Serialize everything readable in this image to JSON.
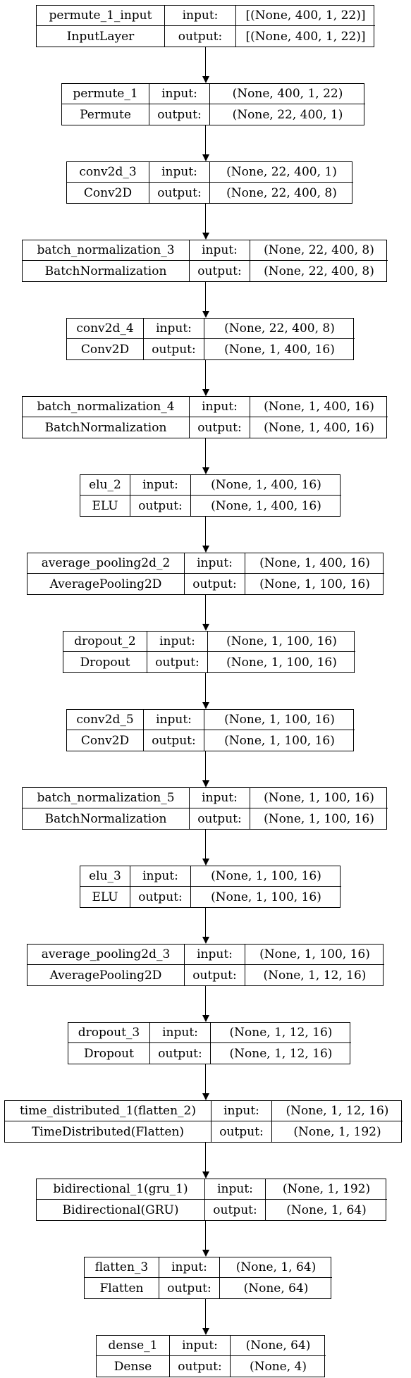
{
  "labels": {
    "input": "input:",
    "output": "output:"
  },
  "layers": [
    {
      "name": "permute_1_input",
      "type": "InputLayer",
      "input": "[(None, 400, 1, 22)]",
      "output": "[(None, 400, 1, 22)]"
    },
    {
      "name": "permute_1",
      "type": "Permute",
      "input": "(None, 400, 1, 22)",
      "output": "(None, 22, 400, 1)"
    },
    {
      "name": "conv2d_3",
      "type": "Conv2D",
      "input": "(None, 22, 400, 1)",
      "output": "(None, 22, 400, 8)"
    },
    {
      "name": "batch_normalization_3",
      "type": "BatchNormalization",
      "input": "(None, 22, 400, 8)",
      "output": "(None, 22, 400, 8)"
    },
    {
      "name": "conv2d_4",
      "type": "Conv2D",
      "input": "(None, 22, 400, 8)",
      "output": "(None, 1, 400, 16)"
    },
    {
      "name": "batch_normalization_4",
      "type": "BatchNormalization",
      "input": "(None, 1, 400, 16)",
      "output": "(None, 1, 400, 16)"
    },
    {
      "name": "elu_2",
      "type": "ELU",
      "input": "(None, 1, 400, 16)",
      "output": "(None, 1, 400, 16)"
    },
    {
      "name": "average_pooling2d_2",
      "type": "AveragePooling2D",
      "input": "(None, 1, 400, 16)",
      "output": "(None, 1, 100, 16)"
    },
    {
      "name": "dropout_2",
      "type": "Dropout",
      "input": "(None, 1, 100, 16)",
      "output": "(None, 1, 100, 16)"
    },
    {
      "name": "conv2d_5",
      "type": "Conv2D",
      "input": "(None, 1, 100, 16)",
      "output": "(None, 1, 100, 16)"
    },
    {
      "name": "batch_normalization_5",
      "type": "BatchNormalization",
      "input": "(None, 1, 100, 16)",
      "output": "(None, 1, 100, 16)"
    },
    {
      "name": "elu_3",
      "type": "ELU",
      "input": "(None, 1, 100, 16)",
      "output": "(None, 1, 100, 16)"
    },
    {
      "name": "average_pooling2d_3",
      "type": "AveragePooling2D",
      "input": "(None, 1, 100, 16)",
      "output": "(None, 1, 12, 16)"
    },
    {
      "name": "dropout_3",
      "type": "Dropout",
      "input": "(None, 1, 12, 16)",
      "output": "(None, 1, 12, 16)"
    },
    {
      "name": "time_distributed_1(flatten_2)",
      "type": "TimeDistributed(Flatten)",
      "input": "(None, 1, 12, 16)",
      "output": "(None, 1, 192)"
    },
    {
      "name": "bidirectional_1(gru_1)",
      "type": "Bidirectional(GRU)",
      "input": "(None, 1, 192)",
      "output": "(None, 1, 64)"
    },
    {
      "name": "flatten_3",
      "type": "Flatten",
      "input": "(None, 1, 64)",
      "output": "(None, 64)"
    },
    {
      "name": "dense_1",
      "type": "Dense",
      "input": "(None, 64)",
      "output": "(None, 4)"
    }
  ]
}
